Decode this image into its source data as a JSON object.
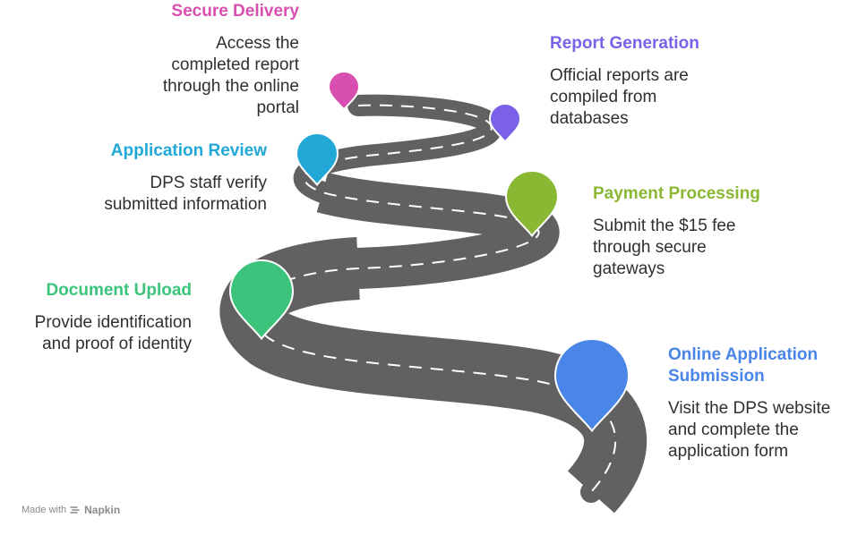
{
  "steps": [
    {
      "key": "submission",
      "title": "Online Application Submission",
      "desc": "Visit the DPS website and complete the application form",
      "color": "#4a86e8"
    },
    {
      "key": "upload",
      "title": "Document Upload",
      "desc": "Provide identification and proof of identity",
      "color": "#3cc47c"
    },
    {
      "key": "payment",
      "title": "Payment Processing",
      "desc": "Submit the $15 fee through secure gateways",
      "color": "#8ab833"
    },
    {
      "key": "review",
      "title": "Application Review",
      "desc": "DPS staff verify submitted information",
      "color": "#21a8d6"
    },
    {
      "key": "report",
      "title": "Report Generation",
      "desc": "Official reports are compiled from databases",
      "color": "#7b61e8"
    },
    {
      "key": "delivery",
      "title": "Secure Delivery",
      "desc": "Access the completed report through the online portal",
      "color": "#d94faf"
    }
  ],
  "footer": {
    "prefix": "Made with",
    "brand": "Napkin",
    "icon": "napkin-logo-icon"
  }
}
